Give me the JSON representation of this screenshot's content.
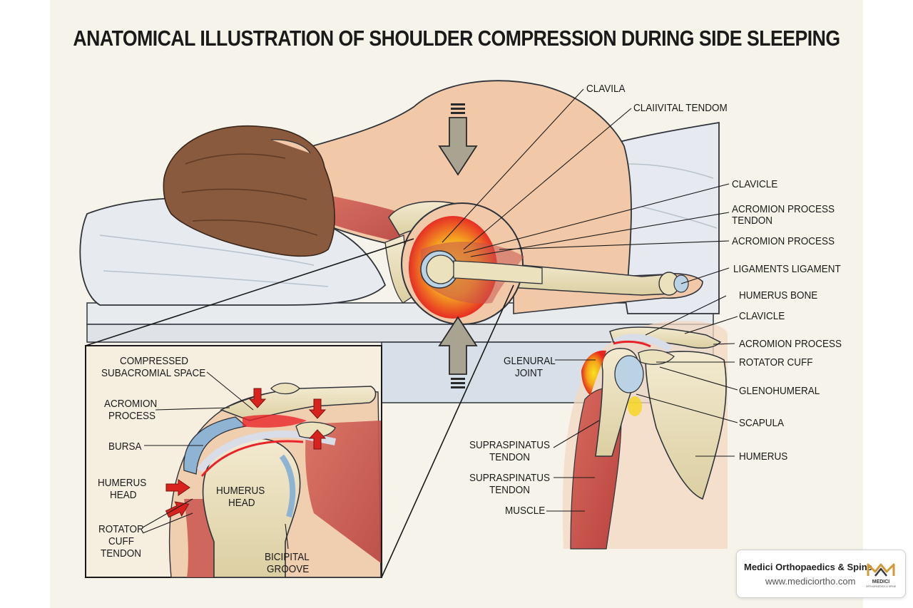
{
  "title": "ANATOMICAL ILLUSTRATION OF SHOULDER COMPRESSION DURING SIDE SLEEPING",
  "labels": {
    "clavila": "CLAVILA",
    "claiivital_tendom": "CLAIIVITAL TENDOM",
    "clavicle_main": "CLAVICLE",
    "acromion_process_tendon_1": "ACROMION PROCESS",
    "acromion_process_tendon_2": "TENDON",
    "acromion_process_main": "ACROMION PROCESS",
    "ligaments_ligament": "LIGAMENTS LIGAMENT",
    "humerus_bone": "HUMERUS BONE",
    "clavicle_right": "CLAVICLE",
    "acromion_process_right": "ACROMION PROCESS",
    "rotator_cuff": "ROTATOR CUFF",
    "glenohumeral": "GLENOHUMERAL",
    "scapula": "SCAPULA",
    "humerus": "HUMERUS",
    "glenural_joint_1": "GLENURAL",
    "glenural_joint_2": "JOINT",
    "supraspinatus_tendon_a1": "SUPRASPINATUS",
    "supraspinatus_tendon_a2": "TENDON",
    "supraspinatus_tendon_b1": "SUPRASPINATUS",
    "supraspinatus_tendon_b2": "TENDON",
    "muscle": "MUSCLE",
    "compressed_1": "COMPRESSED",
    "compressed_2": "SUBACROMIAL SPACE",
    "acromion_inset_1": "ACROMION",
    "acromion_inset_2": "PROCESS",
    "bursa": "BURSA",
    "humerus_head_left_1": "HUMERUS",
    "humerus_head_left_2": "HEAD",
    "humerus_head_center_1": "HUMERUS",
    "humerus_head_center_2": "HEAD",
    "rotator_cuff_tendon_1": "ROTATOR",
    "rotator_cuff_tendon_2": "CUFF",
    "rotator_cuff_tendon_3": "TENDON",
    "bicipital_groove_1": "BICIPITAL",
    "bicipital_groove_2": "GROOVE"
  },
  "brand": {
    "name": "Medici Orthopaedics & Spine",
    "url": "www.mediciortho.com",
    "logo_text": "MEDICI",
    "logo_tagline": "ORTHOPAEDICS & SPINE"
  },
  "colors": {
    "background": "#f6f4ea",
    "skin": "#f1c9a9",
    "hair": "#8a5a3e",
    "pillow": "#e3e8ee",
    "muscle": "#c9554f",
    "bone": "#ece1bd",
    "cartilage": "#b9d3e4",
    "inflammation_red": "#e8231d",
    "inflammation_yellow": "#f6d51a",
    "arrow_gray": "#9a9586",
    "pain_arrow": "#d9221d",
    "logo_gold": "#d39a35"
  }
}
